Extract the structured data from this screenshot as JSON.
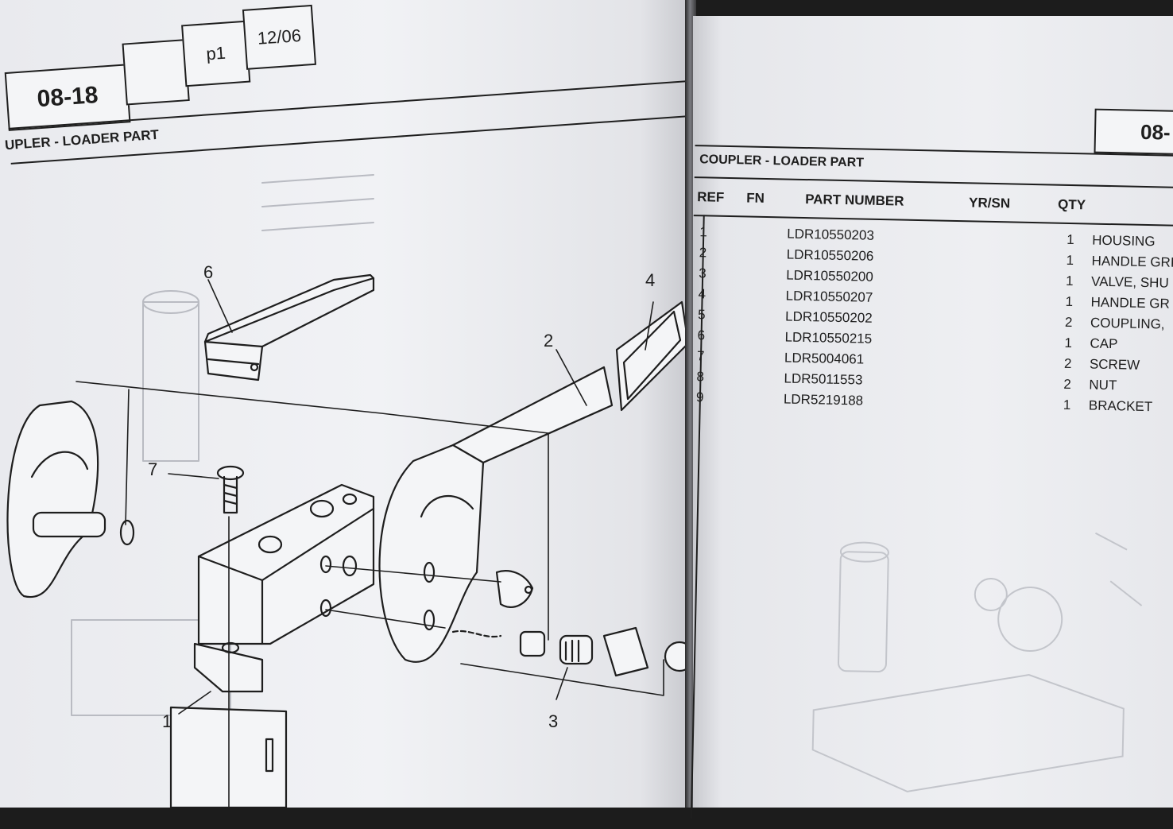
{
  "left_page": {
    "section_code": "08-18",
    "page_label": "p1",
    "date": "12/06",
    "title": "UPLER - LOADER PART",
    "callouts": [
      "6",
      "4",
      "2",
      "7",
      "1",
      "3"
    ]
  },
  "right_page": {
    "section_code": "08-",
    "title": "COUPLER - LOADER PART",
    "columns": {
      "ref": "REF",
      "fn": "FN",
      "part_number": "PART NUMBER",
      "yr_sn": "YR/SN",
      "qty": "QTY"
    },
    "rows": [
      {
        "ref": "1",
        "part_number": "LDR10550203",
        "qty": "1",
        "description": "HOUSING"
      },
      {
        "ref": "2",
        "part_number": "LDR10550206",
        "qty": "1",
        "description": "HANDLE GRI"
      },
      {
        "ref": "3",
        "part_number": "LDR10550200",
        "qty": "1",
        "description": "VALVE, SHU"
      },
      {
        "ref": "4",
        "part_number": "LDR10550207",
        "qty": "1",
        "description": "HANDLE GR"
      },
      {
        "ref": "5",
        "part_number": "LDR10550202",
        "qty": "2",
        "description": "COUPLING,"
      },
      {
        "ref": "6",
        "part_number": "LDR10550215",
        "qty": "1",
        "description": "CAP"
      },
      {
        "ref": "7",
        "part_number": "LDR5004061",
        "qty": "2",
        "description": "SCREW"
      },
      {
        "ref": "8",
        "part_number": "LDR5011553",
        "qty": "2",
        "description": "NUT"
      },
      {
        "ref": "9",
        "part_number": "LDR5219188",
        "qty": "1",
        "description": "BRACKET"
      }
    ]
  }
}
